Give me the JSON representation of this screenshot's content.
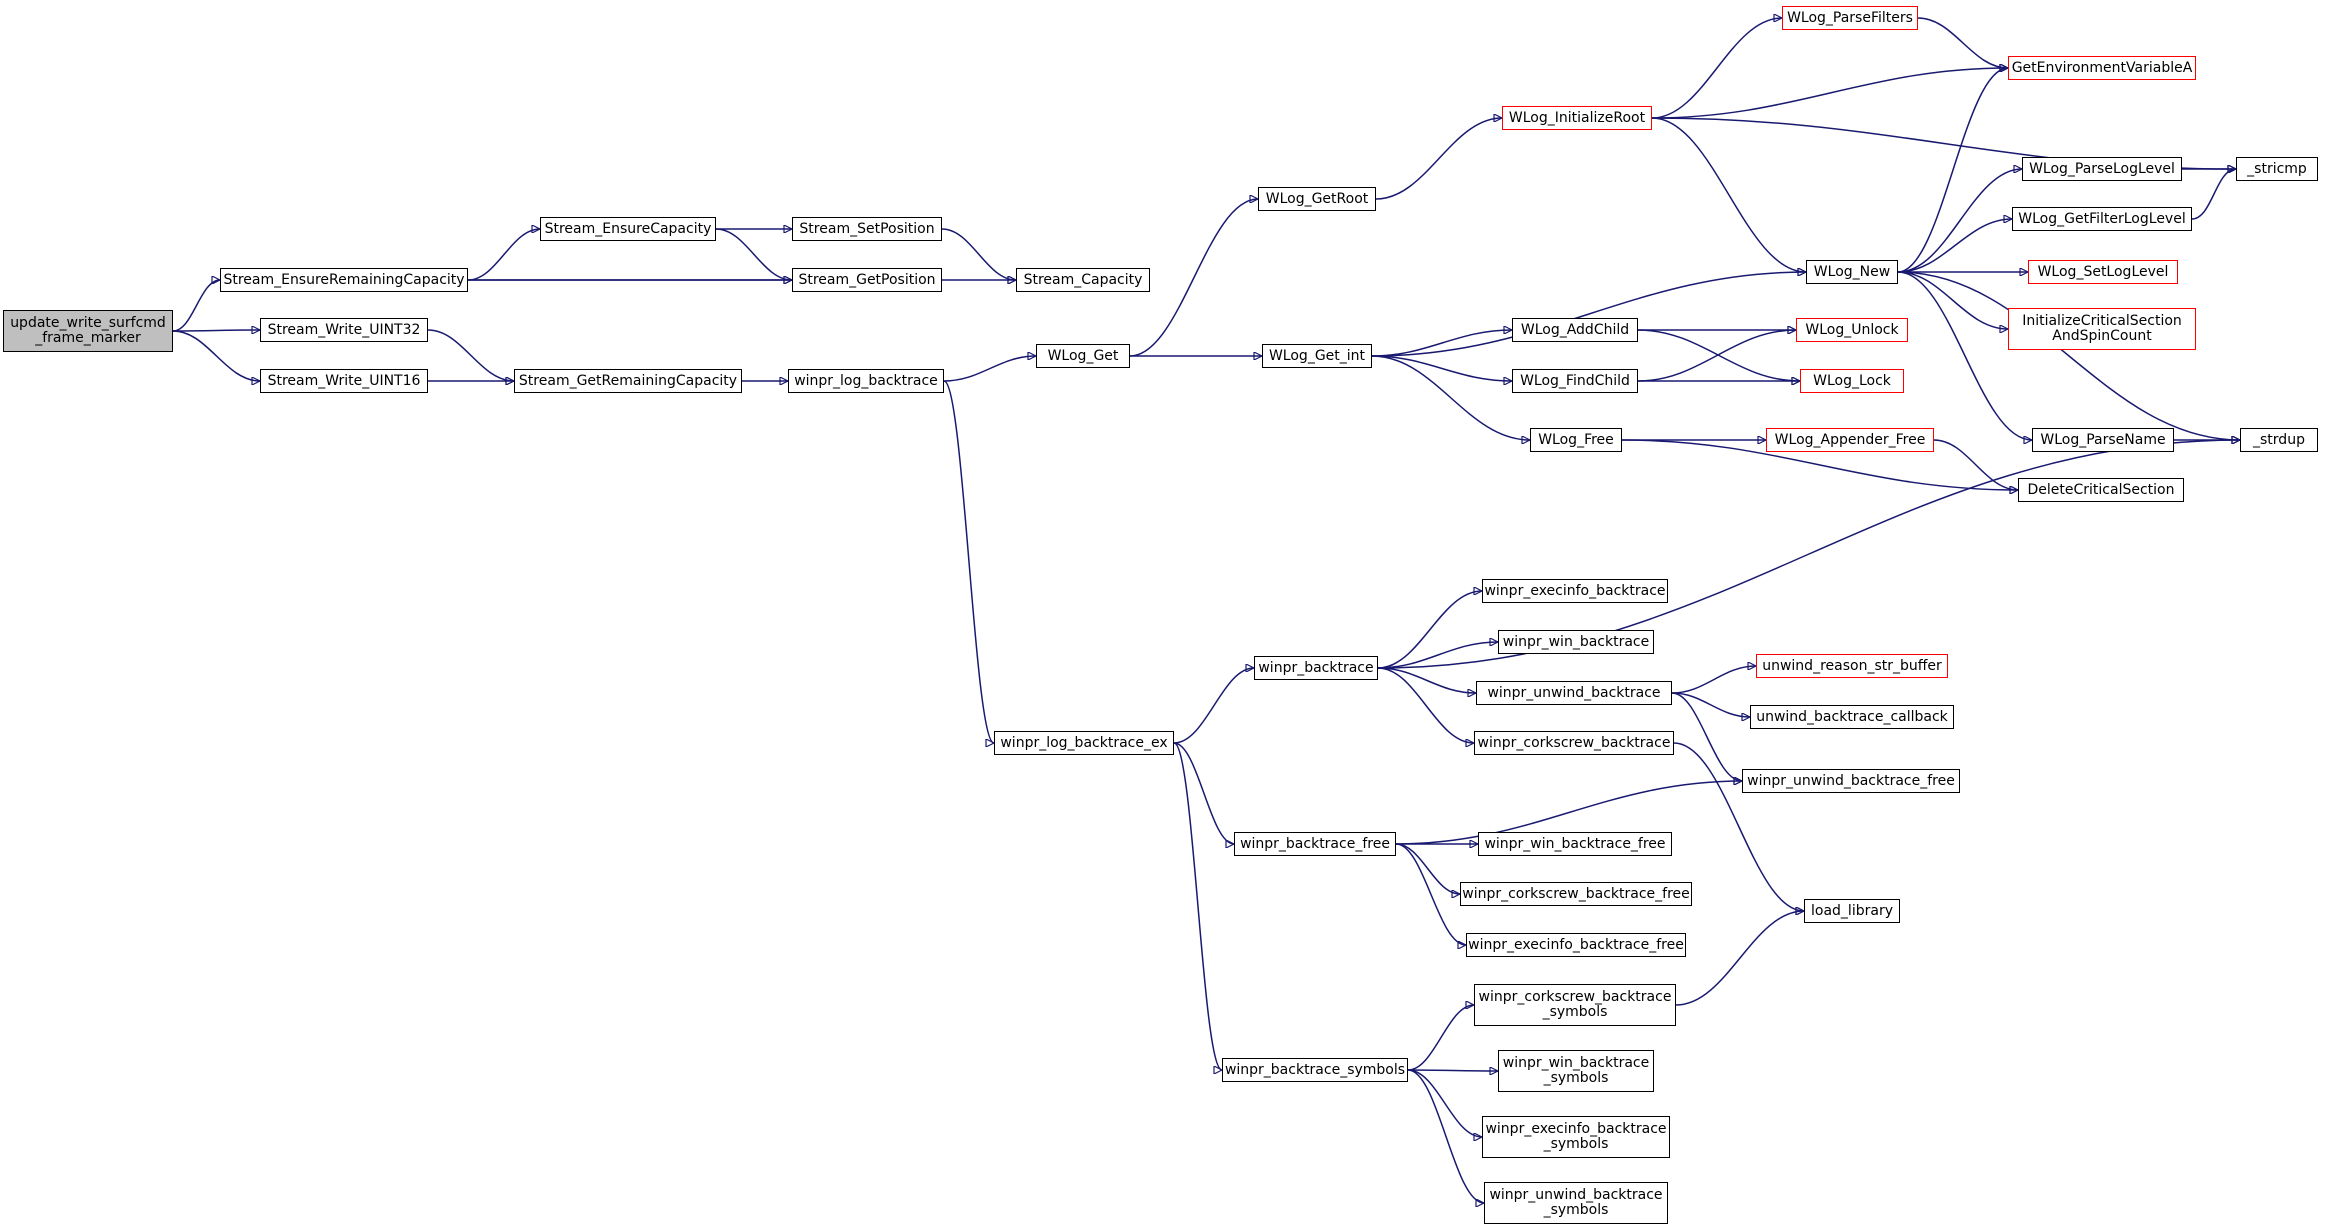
{
  "colors": {
    "edge": "#191970",
    "node_border": "#000000",
    "truncated_border": "#ff0000",
    "root_fill": "#bfbfbf"
  },
  "nodes": {
    "n_root": {
      "label": "update_write_surfcmd\n_frame_marker",
      "status": "root"
    },
    "n_sercap": {
      "label": "Stream_EnsureRemainingCapacity"
    },
    "n_wr32": {
      "label": "Stream_Write_UINT32"
    },
    "n_wr16": {
      "label": "Stream_Write_UINT16"
    },
    "n_ecap": {
      "label": "Stream_EnsureCapacity"
    },
    "n_getrem": {
      "label": "Stream_GetRemainingCapacity"
    },
    "n_setpos": {
      "label": "Stream_SetPosition"
    },
    "n_getpos": {
      "label": "Stream_GetPosition"
    },
    "n_cap": {
      "label": "Stream_Capacity"
    },
    "n_logbt": {
      "label": "winpr_log_backtrace"
    },
    "n_wlogget": {
      "label": "WLog_Get"
    },
    "n_getroot": {
      "label": "WLog_GetRoot"
    },
    "n_getint": {
      "label": "WLog_Get_int"
    },
    "n_initroot": {
      "label": "WLog_InitializeRoot",
      "status": "truncated"
    },
    "n_parsefilters": {
      "label": "WLog_ParseFilters",
      "status": "truncated"
    },
    "n_getenv": {
      "label": "GetEnvironmentVariableA",
      "status": "truncated"
    },
    "n_stricmp": {
      "label": "_stricmp"
    },
    "n_parseloglevel": {
      "label": "WLog_ParseLogLevel"
    },
    "n_getfilterlevel": {
      "label": "WLog_GetFilterLogLevel"
    },
    "n_new": {
      "label": "WLog_New"
    },
    "n_setloglevel": {
      "label": "WLog_SetLogLevel",
      "status": "truncated"
    },
    "n_initcs": {
      "label": "InitializeCriticalSection\nAndSpinCount",
      "status": "truncated"
    },
    "n_addchild": {
      "label": "WLog_AddChild"
    },
    "n_findchild": {
      "label": "WLog_FindChild"
    },
    "n_unlock": {
      "label": "WLog_Unlock",
      "status": "truncated"
    },
    "n_lock": {
      "label": "WLog_Lock",
      "status": "truncated"
    },
    "n_free": {
      "label": "WLog_Free"
    },
    "n_appfree": {
      "label": "WLog_Appender_Free",
      "status": "truncated"
    },
    "n_parsename": {
      "label": "WLog_ParseName"
    },
    "n_strdup": {
      "label": "_strdup"
    },
    "n_delcs": {
      "label": "DeleteCriticalSection"
    },
    "n_logbtex": {
      "label": "winpr_log_backtrace_ex"
    },
    "n_bt": {
      "label": "winpr_backtrace"
    },
    "n_execbt": {
      "label": "winpr_execinfo_backtrace"
    },
    "n_winbt": {
      "label": "winpr_win_backtrace"
    },
    "n_unwindbt": {
      "label": "winpr_unwind_backtrace"
    },
    "n_unwindreason": {
      "label": "unwind_reason_str_buffer",
      "status": "truncated"
    },
    "n_unwindcb": {
      "label": "unwind_backtrace_callback"
    },
    "n_corkbt": {
      "label": "winpr_corkscrew_backtrace"
    },
    "n_unwindbtfree": {
      "label": "winpr_unwind_backtrace_free"
    },
    "n_btfree": {
      "label": "winpr_backtrace_free"
    },
    "n_winbtfree": {
      "label": "winpr_win_backtrace_free"
    },
    "n_corkbtfree": {
      "label": "winpr_corkscrew_backtrace_free"
    },
    "n_execbtfree": {
      "label": "winpr_execinfo_backtrace_free"
    },
    "n_loadlib": {
      "label": "load_library"
    },
    "n_corksym": {
      "label": "winpr_corkscrew_backtrace\n_symbols"
    },
    "n_btsym": {
      "label": "winpr_backtrace_symbols"
    },
    "n_winsym": {
      "label": "winpr_win_backtrace\n_symbols"
    },
    "n_execsym": {
      "label": "winpr_execinfo_backtrace\n_symbols"
    },
    "n_unwindsym": {
      "label": "winpr_unwind_backtrace\n_symbols"
    }
  },
  "edges": [
    [
      "n_root",
      "n_sercap"
    ],
    [
      "n_root",
      "n_wr32"
    ],
    [
      "n_root",
      "n_wr16"
    ],
    [
      "n_sercap",
      "n_ecap"
    ],
    [
      "n_sercap",
      "n_getpos"
    ],
    [
      "n_sercap",
      "n_cap"
    ],
    [
      "n_ecap",
      "n_setpos"
    ],
    [
      "n_ecap",
      "n_getpos"
    ],
    [
      "n_setpos",
      "n_cap"
    ],
    [
      "n_wr32",
      "n_getrem"
    ],
    [
      "n_wr16",
      "n_getrem"
    ],
    [
      "n_getrem",
      "n_logbt"
    ],
    [
      "n_logbt",
      "n_wlogget"
    ],
    [
      "n_logbt",
      "n_logbtex"
    ],
    [
      "n_wlogget",
      "n_getroot"
    ],
    [
      "n_wlogget",
      "n_getint"
    ],
    [
      "n_getroot",
      "n_initroot"
    ],
    [
      "n_initroot",
      "n_parsefilters"
    ],
    [
      "n_initroot",
      "n_getenv"
    ],
    [
      "n_initroot",
      "n_stricmp"
    ],
    [
      "n_initroot",
      "n_new"
    ],
    [
      "n_parsefilters",
      "n_getenv"
    ],
    [
      "n_parseloglevel",
      "n_stricmp"
    ],
    [
      "n_getfilterlevel",
      "n_stricmp"
    ],
    [
      "n_new",
      "n_getenv"
    ],
    [
      "n_new",
      "n_parseloglevel"
    ],
    [
      "n_new",
      "n_getfilterlevel"
    ],
    [
      "n_new",
      "n_setloglevel"
    ],
    [
      "n_new",
      "n_initcs"
    ],
    [
      "n_new",
      "n_strdup"
    ],
    [
      "n_new",
      "n_parsename"
    ],
    [
      "n_getint",
      "n_new"
    ],
    [
      "n_getint",
      "n_addchild"
    ],
    [
      "n_getint",
      "n_findchild"
    ],
    [
      "n_getint",
      "n_free"
    ],
    [
      "n_addchild",
      "n_unlock"
    ],
    [
      "n_addchild",
      "n_lock"
    ],
    [
      "n_findchild",
      "n_unlock"
    ],
    [
      "n_findchild",
      "n_lock"
    ],
    [
      "n_free",
      "n_appfree"
    ],
    [
      "n_free",
      "n_delcs"
    ],
    [
      "n_appfree",
      "n_delcs"
    ],
    [
      "n_parsename",
      "n_strdup"
    ],
    [
      "n_logbtex",
      "n_bt"
    ],
    [
      "n_logbtex",
      "n_btfree"
    ],
    [
      "n_logbtex",
      "n_btsym"
    ],
    [
      "n_bt",
      "n_strdup"
    ],
    [
      "n_bt",
      "n_execbt"
    ],
    [
      "n_bt",
      "n_winbt"
    ],
    [
      "n_bt",
      "n_unwindbt"
    ],
    [
      "n_bt",
      "n_corkbt"
    ],
    [
      "n_unwindbt",
      "n_unwindreason"
    ],
    [
      "n_unwindbt",
      "n_unwindcb"
    ],
    [
      "n_unwindbt",
      "n_unwindbtfree"
    ],
    [
      "n_corkbt",
      "n_loadlib"
    ],
    [
      "n_btfree",
      "n_unwindbtfree"
    ],
    [
      "n_btfree",
      "n_winbtfree"
    ],
    [
      "n_btfree",
      "n_corkbtfree"
    ],
    [
      "n_btfree",
      "n_execbtfree"
    ],
    [
      "n_corksym",
      "n_loadlib"
    ],
    [
      "n_btsym",
      "n_corksym"
    ],
    [
      "n_btsym",
      "n_winsym"
    ],
    [
      "n_btsym",
      "n_execsym"
    ],
    [
      "n_btsym",
      "n_unwindsym"
    ]
  ]
}
